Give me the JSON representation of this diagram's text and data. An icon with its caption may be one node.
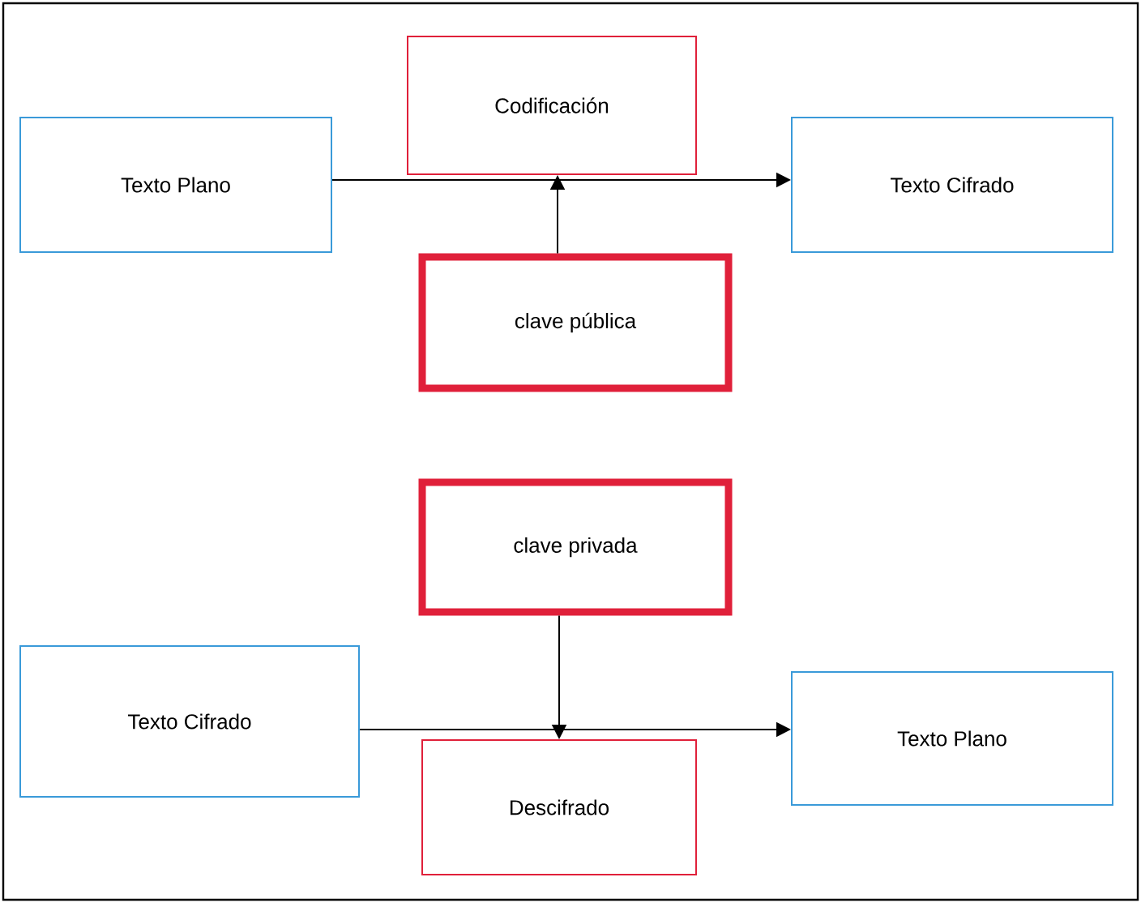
{
  "diagram": {
    "nodes": [
      {
        "text": [
          "Texto Plano"
        ]
      },
      {
        "text": [
          "Codificación"
        ]
      },
      {
        "text": [
          "Texto Cifrado"
        ]
      },
      {
        "text": [
          "clave pública"
        ]
      },
      {
        "text": [
          "clave privada"
        ]
      },
      {
        "text": [
          "Texto Cifrado"
        ]
      },
      {
        "text": [
          "Descifrado"
        ]
      },
      {
        "text": [
          "Texto Plano"
        ]
      }
    ],
    "edges": [
      {
        "from": 0,
        "to": 2,
        "arrow": "to"
      },
      {
        "from": 3,
        "to": 1,
        "arrow": "to"
      },
      {
        "from": 4,
        "to": 6,
        "arrow": "to"
      },
      {
        "from": 5,
        "to": 7,
        "arrow": "to"
      }
    ]
  }
}
